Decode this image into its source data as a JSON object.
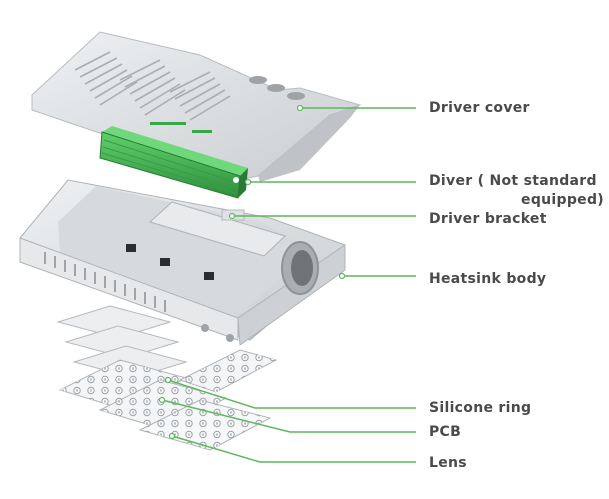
{
  "colors": {
    "accent": "#5cb85c",
    "driver_green": "#3aa64a",
    "label_text": "#4a4a4a",
    "metal": "#d6d9dc"
  },
  "labels": {
    "driver_cover": "Driver cover",
    "driver_line1": "Diver  ( Not standard",
    "driver_line2": "equipped)",
    "driver_bracket": "Driver bracket",
    "heatsink_body": "Heatsink body",
    "silicone_ring": "Silicone ring",
    "pcb": "PCB",
    "lens": "Lens"
  },
  "icons": [
    "driver-cover-part",
    "led-driver-part",
    "driver-bracket-part",
    "heatsink-body-part",
    "silicone-ring-part",
    "pcb-part",
    "lens-part"
  ]
}
